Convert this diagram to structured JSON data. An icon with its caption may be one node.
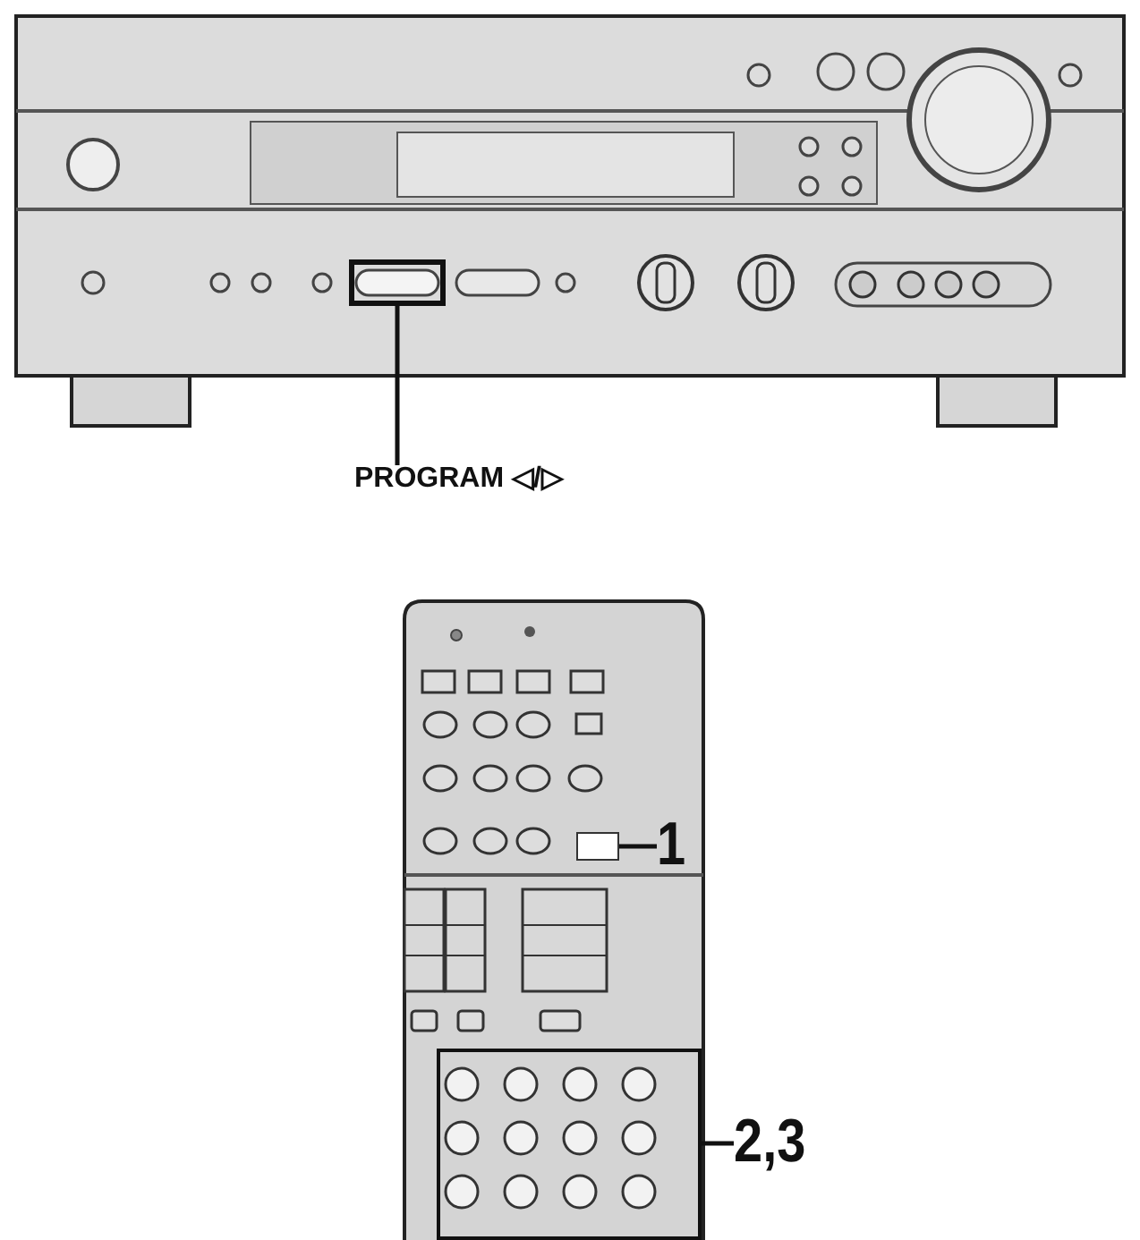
{
  "diagram": {
    "nodes": [
      {
        "text": [
          "PROGRAM ◁/▷"
        ]
      },
      {
        "text": [],
        "shape": "box"
      },
      {
        "text": [
          "1"
        ]
      },
      {
        "text": [],
        "shape": "box"
      },
      {
        "text": [
          "2,3"
        ]
      },
      {
        "text": [],
        "shape": "box"
      }
    ],
    "edges": [
      {
        "from": 0,
        "to": 1,
        "arrow": "none"
      },
      {
        "from": 2,
        "to": 3,
        "arrow": "none"
      },
      {
        "from": 4,
        "to": 5,
        "arrow": "none"
      }
    ]
  }
}
